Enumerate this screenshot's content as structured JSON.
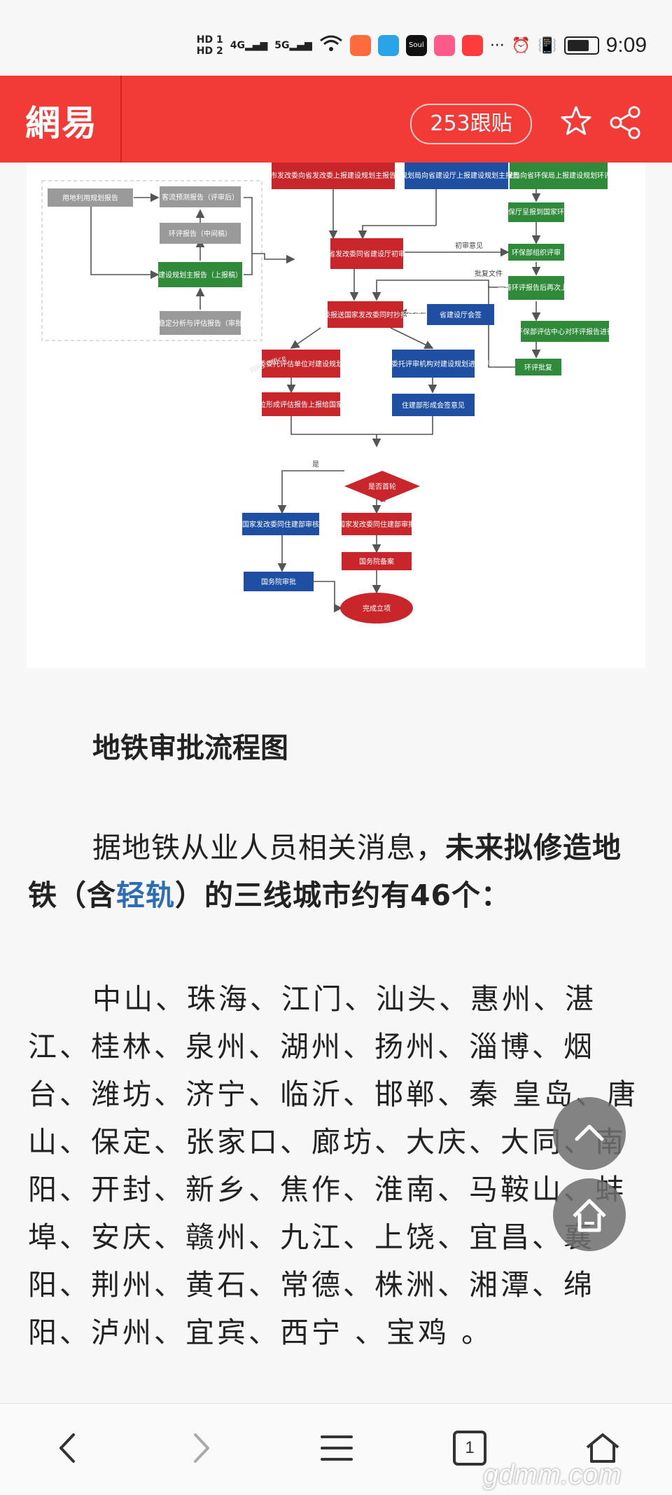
{
  "status_bar": {
    "hd1": "HD 1",
    "hd2": "HD 2",
    "net1": "4G",
    "net2": "5G",
    "more": "···",
    "time": "9:09",
    "app_icons": [
      "#ff6b3d",
      "#2aa4e8",
      "#111111",
      "#ff5a8a",
      "#ff3b3b"
    ],
    "soul_label": "Soul"
  },
  "header": {
    "logo": "網易",
    "follow_label": "253跟贴",
    "bg_color": "#f23a36"
  },
  "flowchart": {
    "watermark": "WPS Office",
    "nodes": {
      "n1": "用地利用规划报告",
      "n2": "客流预测报告（评审后）",
      "n3": "环评报告（中间稿）",
      "n4": "建设规划主报告（上报稿）",
      "n5": "社会稳定分析与评估报告（审批后）",
      "n6": "市发改委向省发改委上报建设规划主报告",
      "n7": "市规划局向省建设厅上报建设规划主报告",
      "n8": "市环保局向省环保局上报建设规划环评报告",
      "n9": "省环保厅呈报到国家环保部",
      "n10": "省发改委同省建设厅初审",
      "n11": "环保部组织评审",
      "n12": "完善环评报告后再次上报",
      "n13": "省发改委报送国家发改委同时抄报住建部",
      "n14": "省建设厅会签",
      "n15": "委托环保部评估中心对环评报告进行评审",
      "n16": "国家发改委委托评估单位对建设规划进行评审",
      "n17": "住建部委托评审机构对建设规划进行评审",
      "n18": "环评批复",
      "n19": "评估单位形成评估报告上报给国家发改委",
      "n20": "住建部形成会签意见",
      "n21": "是否首轮",
      "n22": "国家发改委同住建部审核",
      "n23": "国家发改委同住建部审批",
      "n24": "国务院备案",
      "n25": "国务院审批",
      "n26": "完成立项",
      "lbl_first": "初审意见",
      "lbl_reply": "批复文件",
      "lbl_yes": "是",
      "lbl_no": "否"
    }
  },
  "article": {
    "heading": "地铁审批流程图",
    "p1_normal": "据地铁从业人员相关消息，",
    "p1_bold1": "未来拟修造地铁（含",
    "p1_link": "轻轨",
    "p1_bold2": "）的三线城市约有46个：",
    "p2": "中山、珠海、江门、汕头、惠州、湛江、桂林、泉州、湖州、扬州、淄博、烟台、潍坊、济宁、临沂、邯郸、秦 皇岛、唐山、保定、张家口、廊坊、大庆、大同、南阳、开封、新乡、焦作、淮南、马鞍山、蚌埠、安庆、赣州、九江、上饶、宜昌、襄阳、荆州、黄石、常德、株洲、湘潭、绵阳、泸州、宜宾、西宁 、宝鸡 。"
  },
  "bottom_nav": {
    "tab_count": "1",
    "watermark": "gdmm.com"
  }
}
